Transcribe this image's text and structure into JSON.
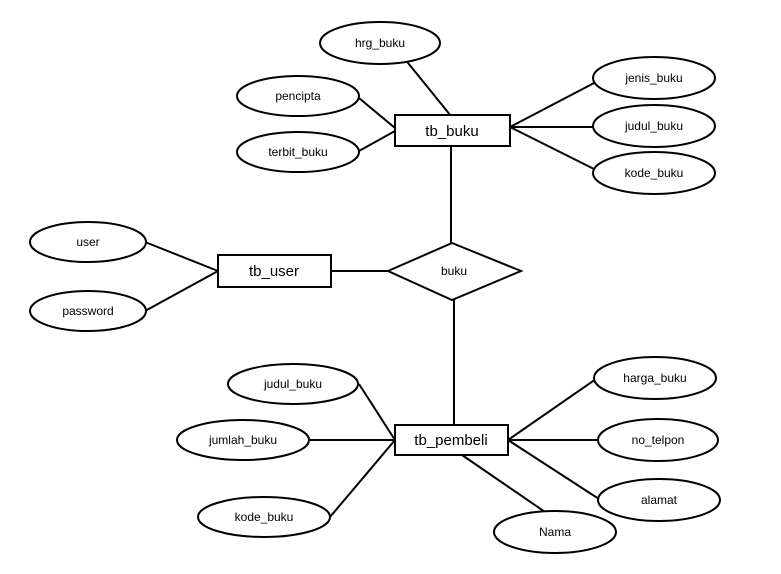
{
  "diagram": {
    "entities": {
      "tb_buku": "tb_buku",
      "tb_user": "tb_user",
      "tb_pembeli": "tb_pembeli"
    },
    "relationship": {
      "buku": "buku"
    },
    "attributes": {
      "tb_buku": {
        "hrg_buku": "hrg_buku",
        "pencipta": "pencipta",
        "terbit_buku": "terbit_buku",
        "jenis_buku": "jenis_buku",
        "judul_buku": "judul_buku",
        "kode_buku": "kode_buku"
      },
      "tb_user": {
        "user": "user",
        "password": "password"
      },
      "tb_pembeli": {
        "judul_buku": "judul_buku",
        "jumlah_buku": "jumlah_buku",
        "kode_buku": "kode_buku",
        "harga_buku": "harga_buku",
        "no_telpon": "no_telpon",
        "alamat": "alamat",
        "nama": "Nama"
      }
    }
  }
}
